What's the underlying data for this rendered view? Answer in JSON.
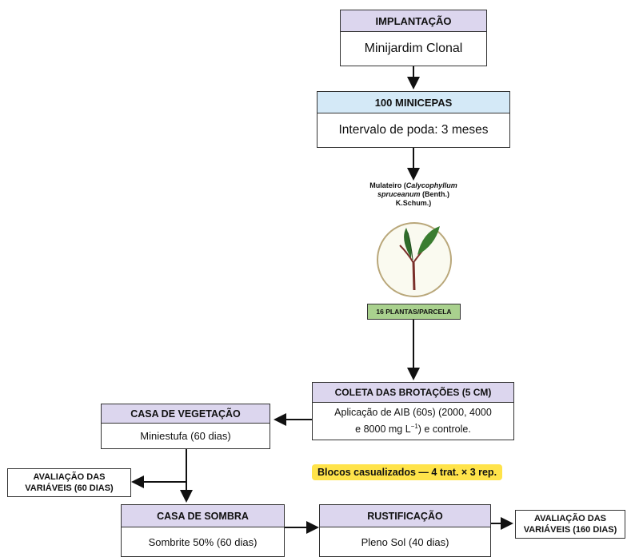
{
  "colors": {
    "header": "#dcd6ee",
    "header_blue": "#d4e9f7",
    "tag_green": "#a9d18e",
    "highlight": "#ffe34a",
    "line": "#111111"
  },
  "implantacao": {
    "header": "IMPLANTAÇÃO",
    "body": "Minijardim Clonal"
  },
  "minicepas": {
    "header": "100 MINICEPAS",
    "body": "Intervalo de poda: 3 meses"
  },
  "species": {
    "common": "Mulateiro (",
    "sci1": "Calycophyllum",
    "sci2": "spruceanum",
    "author": " (Benth.)",
    "author2": "K.Schum.)"
  },
  "plantas_tag": "16 PLANTAS/PARCELA",
  "coleta": {
    "header": "COLETA DAS BROTAÇÕES (5 CM)",
    "body_line1": "Aplicação de AIB (60s) (2000, 4000",
    "body_line2_a": "e 8000 mg L",
    "body_line2_sup": "−1",
    "body_line2_b": ") e controle."
  },
  "casa_vegetacao": {
    "header": "CASA DE VEGETAÇÃO",
    "body": "Miniestufa (60 dias)"
  },
  "avaliacao60": {
    "line1": "AVALIAÇÃO DAS",
    "line2": "VARIÁVEIS (60 DIAS)"
  },
  "blocos": "Blocos casualizados — 4 trat. × 3 rep.",
  "casa_sombra": {
    "header": "CASA DE SOMBRA",
    "body": "Sombrite 50% (60 dias)"
  },
  "rustificacao": {
    "header": "RUSTIFICAÇÃO",
    "body": "Pleno Sol (40 dias)"
  },
  "avaliacao160": {
    "line1": "AVALIAÇÃO DAS",
    "line2": "VARIÁVEIS (160 DIAS)"
  }
}
